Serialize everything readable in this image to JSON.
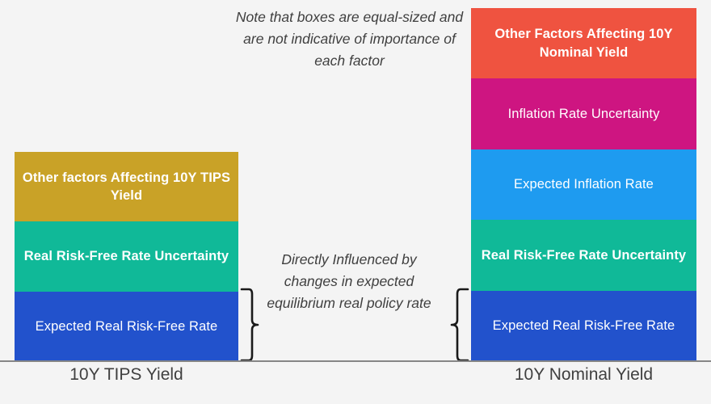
{
  "diagram": {
    "type": "stacked-component-comparison",
    "background_color": "#f4f4f4",
    "axis_line_color": "#868686",
    "notes": {
      "top": "Note that boxes are equal-sized and are not indicative of importance of each factor",
      "middle": "Directly Influenced by changes in expected equilibrium real policy rate"
    },
    "columns": [
      {
        "id": "tips",
        "axis_label": "10Y TIPS Yield",
        "segments": [
          {
            "label": "Other factors Affecting 10Y TIPS Yield",
            "color": "#c9a227",
            "bold": true
          },
          {
            "label": "Real Risk-Free Rate Uncertainty",
            "color": "#10b998",
            "bold": true
          },
          {
            "label": "Expected Real Risk-Free Rate",
            "color": "#2252cc",
            "bold": false
          }
        ]
      },
      {
        "id": "nominal",
        "axis_label": "10Y Nominal Yield",
        "segments": [
          {
            "label": "Other Factors Affecting 10Y Nominal Yield",
            "color": "#ef5340",
            "bold": true
          },
          {
            "label": "Inflation Rate Uncertainty",
            "color": "#ce1581",
            "bold": false
          },
          {
            "label": "Expected Inflation Rate",
            "color": "#1e9bf0",
            "bold": false
          },
          {
            "label": "Real Risk-Free Rate Uncertainty",
            "color": "#10b998",
            "bold": true
          },
          {
            "label": "Expected Real Risk-Free Rate",
            "color": "#2252cc",
            "bold": false
          }
        ]
      }
    ],
    "braces": {
      "color": "#1a1a1a",
      "left_points_right": true,
      "right_points_left": true
    }
  }
}
